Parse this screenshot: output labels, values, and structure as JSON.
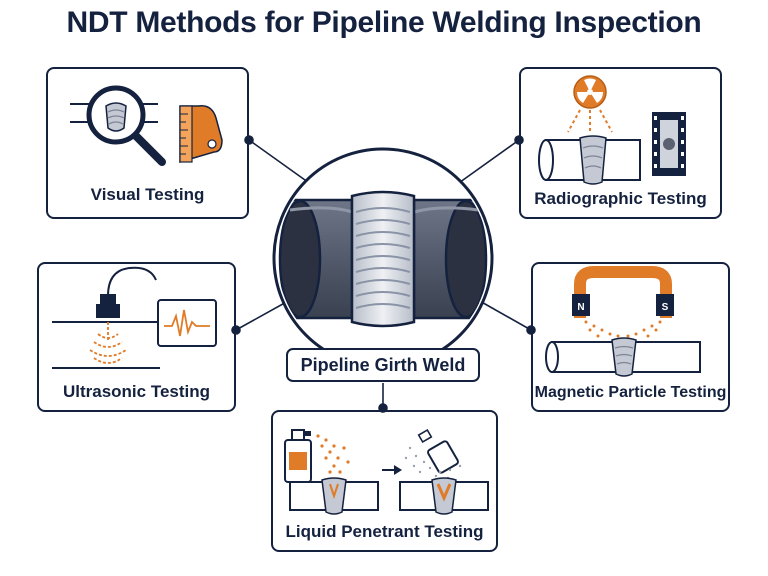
{
  "title": "NDT Methods for Pipeline Welding Inspection",
  "center": {
    "label": "Pipeline Girth Weld"
  },
  "methods": {
    "visual": {
      "label": "Visual Testing"
    },
    "radiographic": {
      "label": "Radiographic Testing"
    },
    "ultrasonic": {
      "label": "Ultrasonic Testing"
    },
    "magnetic": {
      "label": "Magnetic Particle Testing",
      "north": "N",
      "south": "S"
    },
    "penetrant": {
      "label": "Liquid Penetrant Testing"
    }
  },
  "colors": {
    "navy": "#15223f",
    "orange": "#e07b28",
    "steel": "#8a94a6"
  }
}
